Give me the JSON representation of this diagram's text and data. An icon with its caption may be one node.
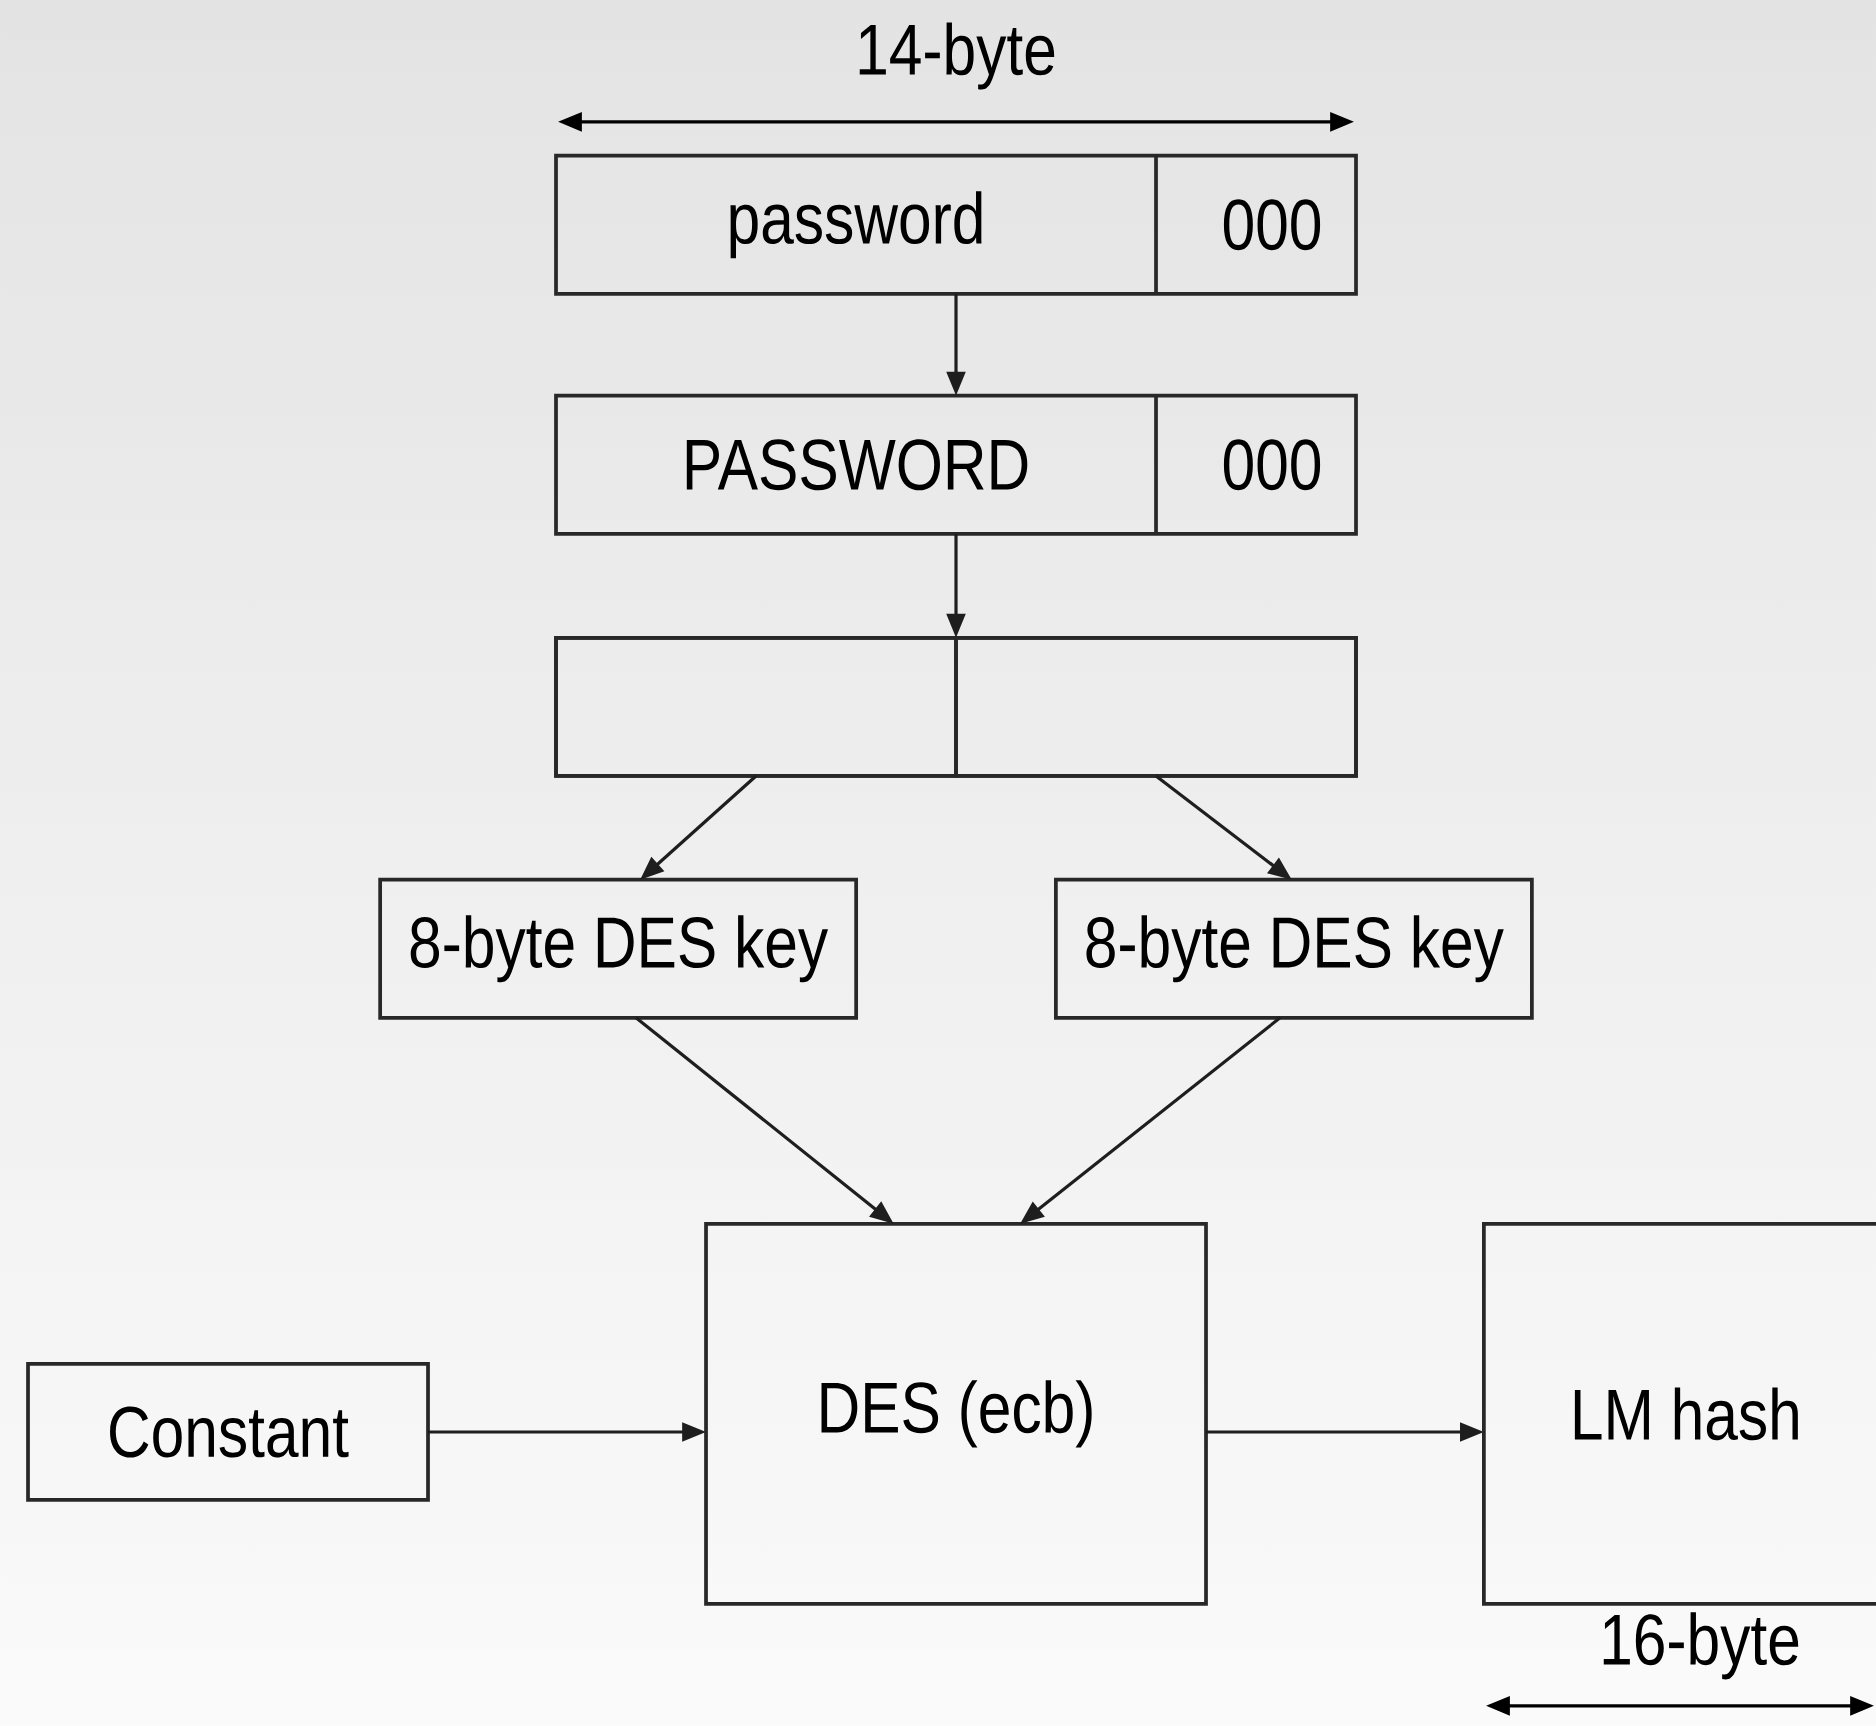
{
  "diagram": {
    "nodes": [
      {
        "text": [
          "password",
          "000"
        ]
      },
      {
        "text": [
          "PASSWORD",
          "000"
        ]
      },
      {
        "text": [],
        "shape": "box"
      },
      {
        "text": [],
        "shape": "box",
        "in": 2
      },
      {
        "text": [],
        "shape": "box",
        "in": 2
      },
      {
        "text": [
          "8-byte DES key"
        ]
      },
      {
        "text": [
          "8-byte DES key"
        ]
      },
      {
        "text": [
          "Constant"
        ]
      },
      {
        "text": [
          "DES (ecb)"
        ]
      },
      {
        "text": [
          "LM hash"
        ]
      }
    ],
    "edges": [
      {
        "from": 0,
        "to": 1,
        "arrow": "to"
      },
      {
        "from": 1,
        "to": 2,
        "arrow": "to"
      },
      {
        "from": 3,
        "to": 5,
        "arrow": "to"
      },
      {
        "from": 4,
        "to": 6,
        "arrow": "to"
      },
      {
        "from": 5,
        "to": 8,
        "arrow": "to"
      },
      {
        "from": 6,
        "to": 8,
        "arrow": "to"
      },
      {
        "from": 7,
        "to": 8,
        "arrow": "to"
      },
      {
        "from": 8,
        "to": 9,
        "arrow": "to"
      }
    ],
    "labels": [
      "14-byte",
      "16-byte"
    ]
  }
}
